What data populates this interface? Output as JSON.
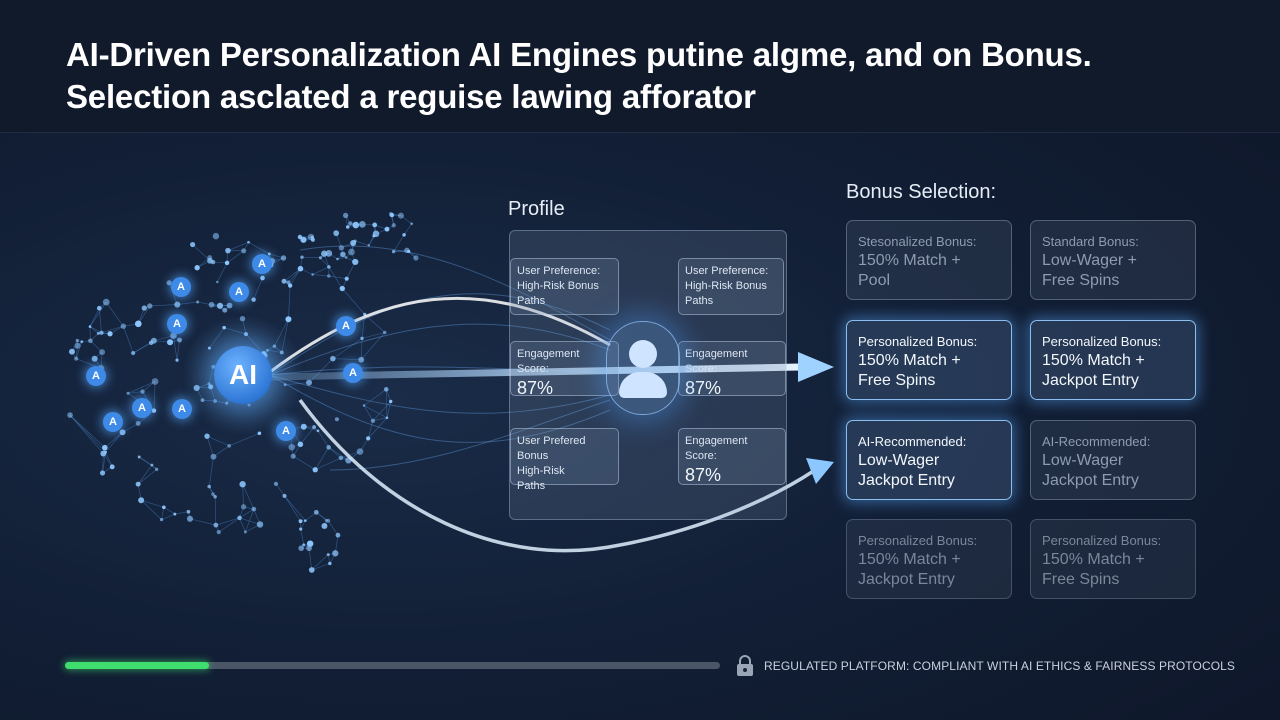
{
  "header": {
    "title_line1": "AI-Driven Personalization AI Engines putine algme, and on Bonus.",
    "title_line2": "Selection asclated a reguise lawing afforator"
  },
  "ai_core": {
    "label": "AI"
  },
  "network_nodes": [
    "A",
    "A",
    "A",
    "A",
    "A",
    "A",
    "A",
    "A",
    "A",
    "A",
    "A"
  ],
  "profile": {
    "label": "Profile",
    "cards": [
      {
        "lines": [
          "User Preference:",
          "High-Risk Bonus",
          "Paths"
        ]
      },
      {
        "lines": [
          "User Preference:",
          "High-Risk Bonus",
          "Paths"
        ]
      },
      {
        "caption": "Engagement Score:",
        "value": "87%"
      },
      {
        "caption": "Engagement Score:",
        "value": "87%"
      },
      {
        "lines": [
          "User Prefered Bonus",
          "High-Risk",
          "Paths"
        ]
      },
      {
        "caption": "Engagement Score:",
        "value": "87%"
      }
    ]
  },
  "bonus_selection": {
    "label": "Bonus Selection:",
    "cards": [
      {
        "caption": "Stesonalized Bonus:",
        "lines": [
          "150% Match +",
          "Pool"
        ],
        "state": "normal"
      },
      {
        "caption": "Standard Bonus:",
        "lines": [
          "Low-Wager +",
          "Free Spins"
        ],
        "state": "normal"
      },
      {
        "caption": "Personalized Bonus:",
        "lines": [
          "150% Match +",
          "Free Spins"
        ],
        "state": "highlighted"
      },
      {
        "caption": "Personalized Bonus:",
        "lines": [
          "150% Match +",
          "Jackpot Entry"
        ],
        "state": "highlighted"
      },
      {
        "caption": "AI-Recommended:",
        "lines": [
          "Low-Wager",
          "Jackpot Entry"
        ],
        "state": "highlighted"
      },
      {
        "caption": "AI-Recommended:",
        "lines": [
          "Low-Wager",
          "Jackpot Entry"
        ],
        "state": "normal"
      },
      {
        "caption": "Personalized Bonus:",
        "lines": [
          "150% Match +",
          "Jackpot Entry"
        ],
        "state": "dim"
      },
      {
        "caption": "Personalized Bonus:",
        "lines": [
          "150% Match +",
          "Free Spins"
        ],
        "state": "dim"
      }
    ]
  },
  "footer": {
    "progress_fraction": 0.22,
    "compliance_text": "REGULATED PLATFORM: COMPLIANT WITH AI ETHICS & FAIRNESS PROTOCOLS",
    "lock_icon": "lock-icon"
  },
  "colors": {
    "accent": "#5aa8ff",
    "progress": "#3fdc6e",
    "background": "#121f36"
  }
}
